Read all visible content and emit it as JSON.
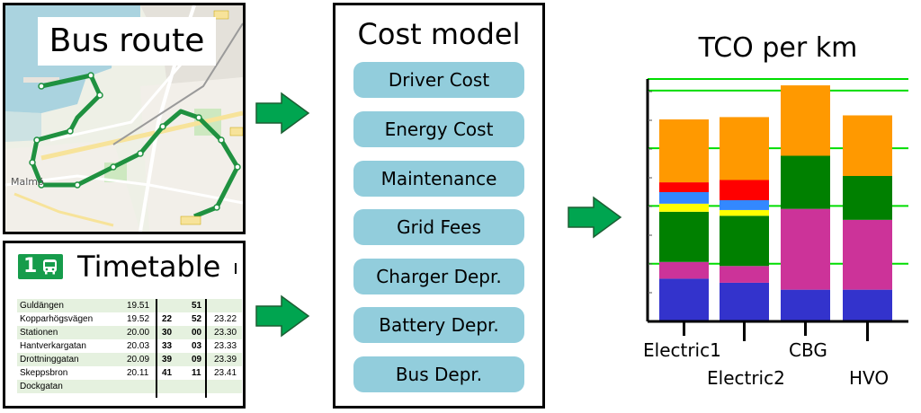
{
  "route": {
    "title": "Bus route",
    "city_label": "Malmö"
  },
  "timetable": {
    "line_number": "1",
    "title": "Timetable",
    "rows": [
      {
        "stop": "Guldängen",
        "t1": "19.51",
        "t2": "",
        "t3": "51",
        "t4": ""
      },
      {
        "stop": "Kopparhögsvägen",
        "t1": "19.52",
        "t2": "22",
        "t3": "52",
        "t4": "23.22"
      },
      {
        "stop": "Stationen",
        "t1": "20.00",
        "t2": "30",
        "t3": "00",
        "t4": "23.30"
      },
      {
        "stop": "Hantverkargatan",
        "t1": "20.03",
        "t2": "33",
        "t3": "03",
        "t4": "23.33"
      },
      {
        "stop": "Drottninggatan",
        "t1": "20.09",
        "t2": "39",
        "t3": "09",
        "t4": "23.39"
      },
      {
        "stop": "Skeppsbron",
        "t1": "20.11",
        "t2": "41",
        "t3": "11",
        "t4": "23.41"
      },
      {
        "stop": "Dockgatan",
        "t1": "",
        "t2": "",
        "t3": "",
        "t4": ""
      }
    ]
  },
  "cost_model": {
    "title": "Cost model",
    "items": [
      "Driver Cost",
      "Energy Cost",
      "Maintenance",
      "Grid Fees",
      "Charger Depr.",
      "Battery Depr.",
      "Bus Depr."
    ]
  },
  "chart_data": {
    "type": "bar",
    "stacked": true,
    "title": "TCO per km",
    "categories": [
      "Electric1",
      "Electric2",
      "CBG",
      "HVO"
    ],
    "ylim": [
      0,
      4.2
    ],
    "grid": true,
    "grid_color": "#00dd00",
    "series": [
      {
        "color": "#3333cc",
        "values": [
          0.74,
          0.67,
          0.55,
          0.55
        ]
      },
      {
        "color": "#cc3399",
        "values": [
          0.29,
          0.29,
          1.4,
          1.21
        ]
      },
      {
        "color": "#008000",
        "values": [
          0.87,
          0.87,
          0.92,
          0.76
        ]
      },
      {
        "color": "#ffff00",
        "values": [
          0.14,
          0.1,
          0,
          0
        ]
      },
      {
        "color": "#3388ff",
        "values": [
          0.2,
          0.17,
          0,
          0
        ]
      },
      {
        "color": "#ff0000",
        "values": [
          0.17,
          0.35,
          0,
          0
        ]
      },
      {
        "color": "#ff9900",
        "values": [
          1.09,
          1.09,
          1.22,
          1.05
        ]
      }
    ]
  },
  "colors": {
    "route_line": "#1f9140",
    "badge": "#169c4b",
    "cost_item": "#92cddc",
    "arrow": "#00a550"
  }
}
